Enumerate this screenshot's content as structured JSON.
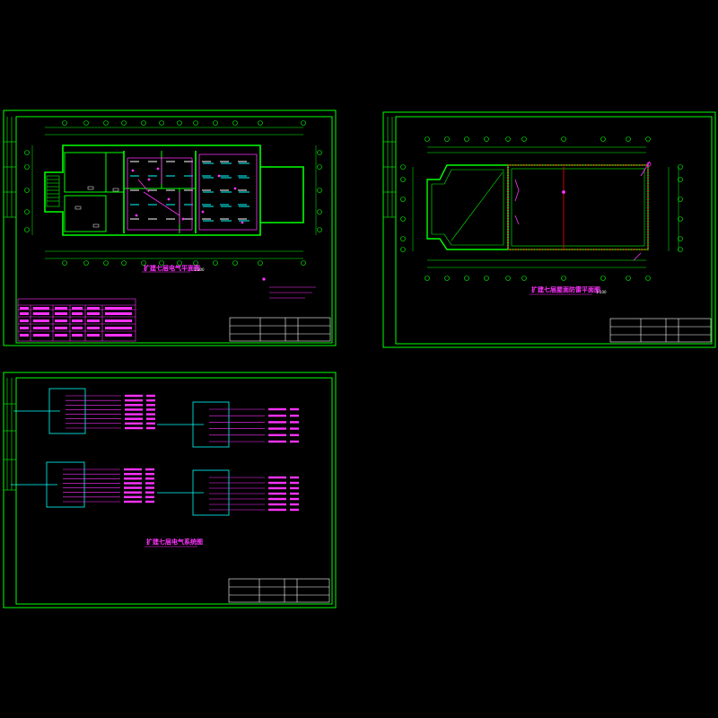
{
  "colors": {
    "background": "#000000",
    "frame": "#00ff00",
    "wall": "#00ff00",
    "magenta": "#ff33ff",
    "cyan": "#00ffff",
    "white": "#ffffff",
    "red": "#ff0000",
    "yellow": "#ffff00"
  },
  "sheets": [
    {
      "id": "electrical-plan",
      "title": "扩建七层电气平面图",
      "scale": "1:100"
    },
    {
      "id": "roof-lightning-plan",
      "title": "扩建七层屋面防雷平面图",
      "scale": "1:100"
    },
    {
      "id": "electrical-system",
      "title": "扩建七层电气系统图"
    }
  ]
}
